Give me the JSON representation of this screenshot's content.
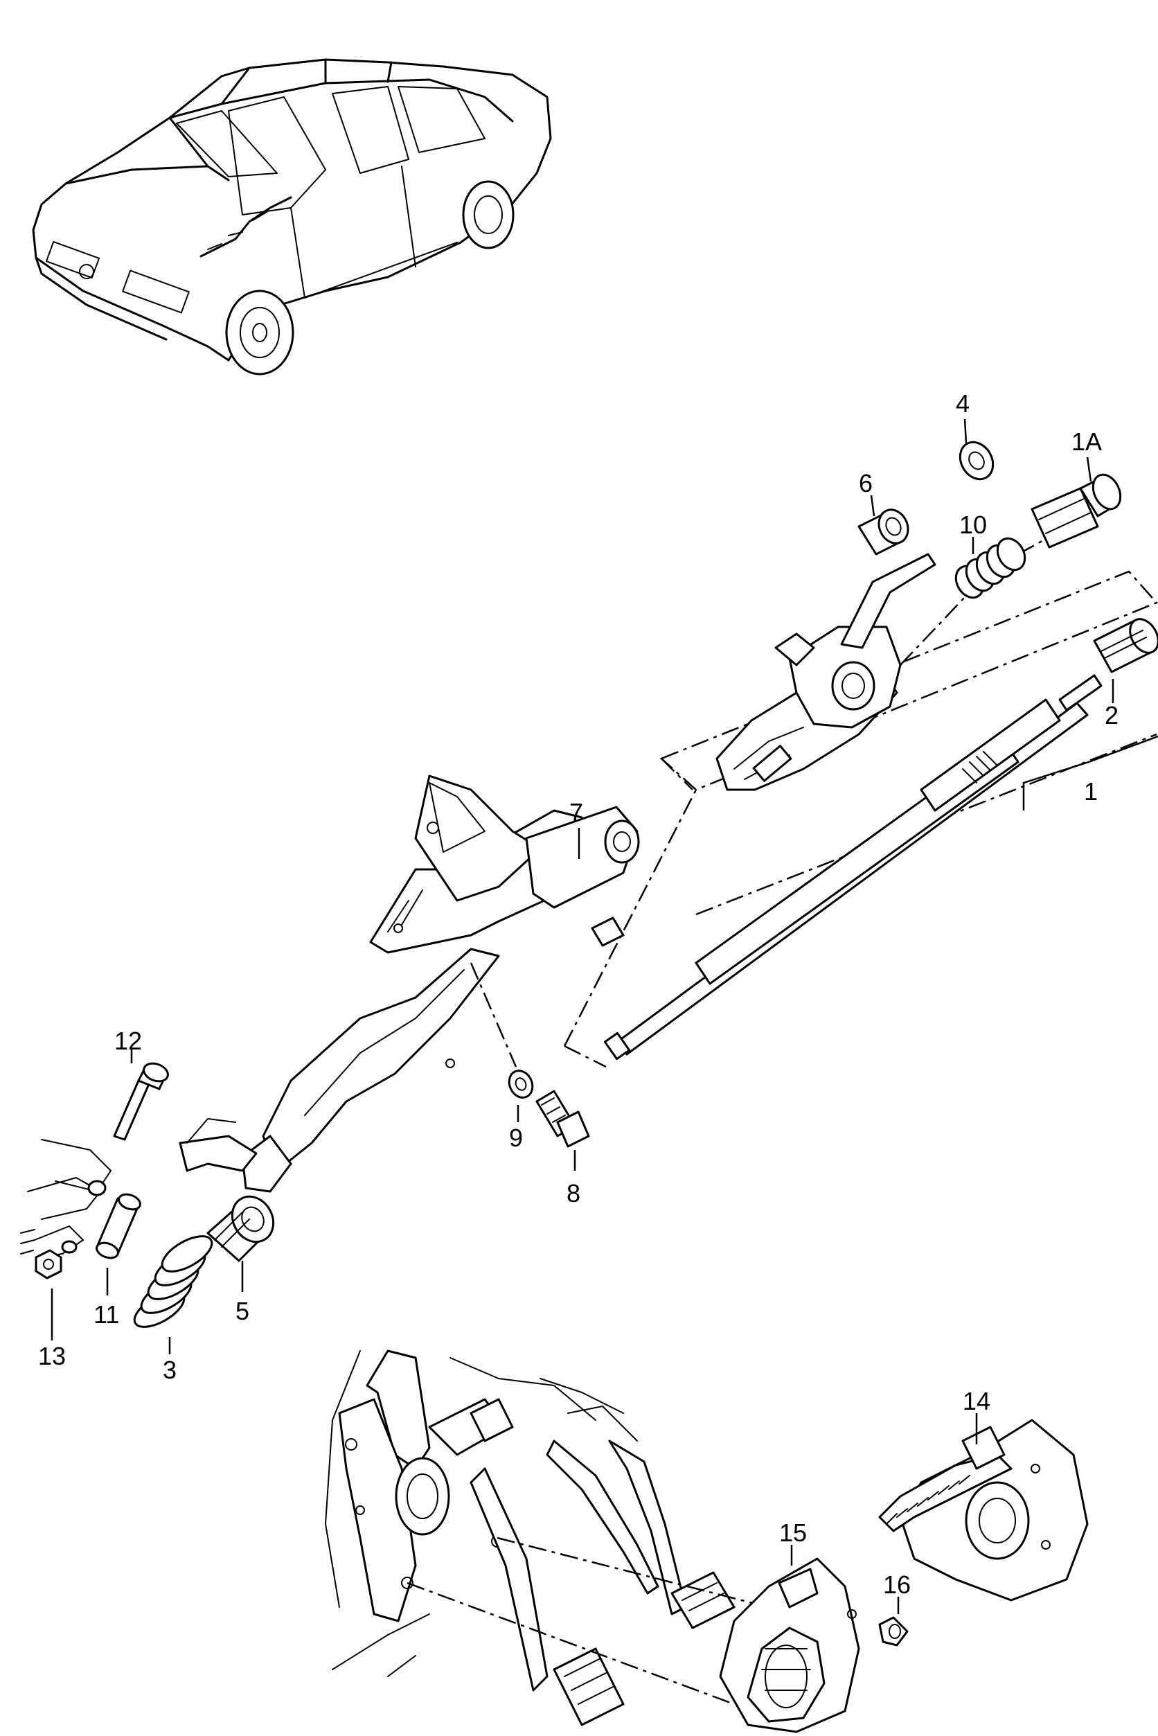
{
  "labels": {
    "p1": "1",
    "p1a": "1A",
    "p2": "2",
    "p3": "3",
    "p4": "4",
    "p5": "5",
    "p6": "6",
    "p7": "7",
    "p8": "8",
    "p9": "9",
    "p10": "10",
    "p11": "11",
    "p12": "12",
    "p13": "13",
    "p14": "14",
    "p15": "15",
    "p16": "16"
  }
}
